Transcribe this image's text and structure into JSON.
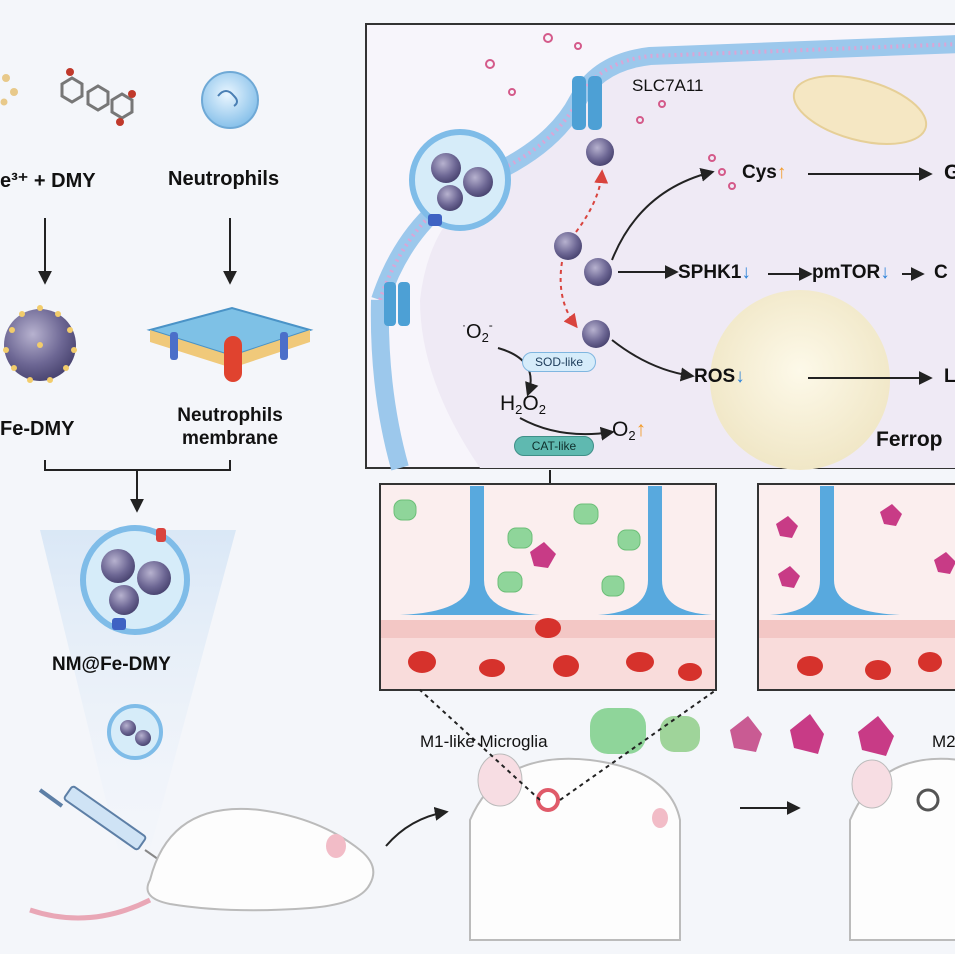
{
  "left": {
    "fe_dmy_reactants": "e³⁺ + DMY",
    "neutrophils": "Neutrophils",
    "fe_dmy": "Fe-DMY",
    "membrane_line1": "Neutrophils",
    "membrane_line2": "membrane",
    "nm_fe_dmy": "NM@Fe-DMY"
  },
  "mechanism": {
    "transporter": "SLC7A11",
    "cys": "Cys",
    "sphk1": "SPHK1",
    "pmtor": "pmTOR",
    "trailing_g": "G",
    "trailing_c": "C",
    "ros": "ROS",
    "trailing_l": "L",
    "sod": "SOD-like",
    "cat": "CAT-like",
    "o2_superoxide": "O",
    "h2o2_h": "H",
    "h2o2_o": "O",
    "o2": "O",
    "ferroptosis": "Ferrop"
  },
  "bottom": {
    "m1": "M1-like Microglia",
    "m2": "M2"
  },
  "colors": {
    "accent_up": "#f29b2a",
    "accent_down": "#2b82d9",
    "membrane_blue": "#8ec3ea",
    "vessel_pink": "#f3c7c5",
    "rbc_red": "#d6322c",
    "m1_green": "#8fd59a",
    "m2_magenta": "#c83b86"
  }
}
